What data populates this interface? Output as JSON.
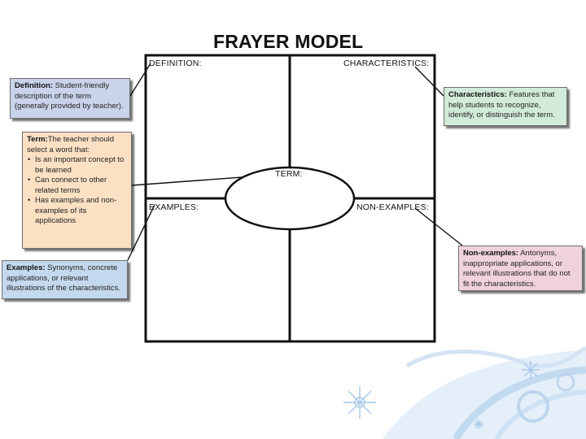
{
  "title": "FRAYER MODEL",
  "quadrants": {
    "definition": "DEFINITION:",
    "characteristics": "CHARACTERISTICS:",
    "examples": "EXAMPLES:",
    "non_examples": "NON-EXAMPLES:",
    "term": "TERM:"
  },
  "callouts": {
    "definition": {
      "heading": "Definition:",
      "body": " Student-friendly description of the term (generally provided by teacher).",
      "color": "#c9d3ea"
    },
    "characteristics": {
      "heading": "Characteristics:",
      "body": " Features that help students to recognize, identify, or distinguish the term.",
      "color": "#d2ead9"
    },
    "term": {
      "heading": "Term:",
      "body": "The teacher should select a word that:",
      "items": [
        "Is an important concept to be learned",
        "Can connect to other related terms",
        "Has examples and non-examples of its applications"
      ],
      "color": "#fbe0c4"
    },
    "examples": {
      "heading": "Examples:",
      "body": " Synonyms, concrete applications, or relevant illustrations of the characteristics.",
      "color": "#c4d9ee"
    },
    "non_examples": {
      "heading": "Non-examples:",
      "body": " Antonyms, inappropriate applications, or relevant illustrations that do not fit the characteristics.",
      "color": "#f0d2dc"
    }
  },
  "colors": {
    "frame": "#111111",
    "snowflake": "#b9d4ee",
    "swirl": "#d6e7f6"
  }
}
